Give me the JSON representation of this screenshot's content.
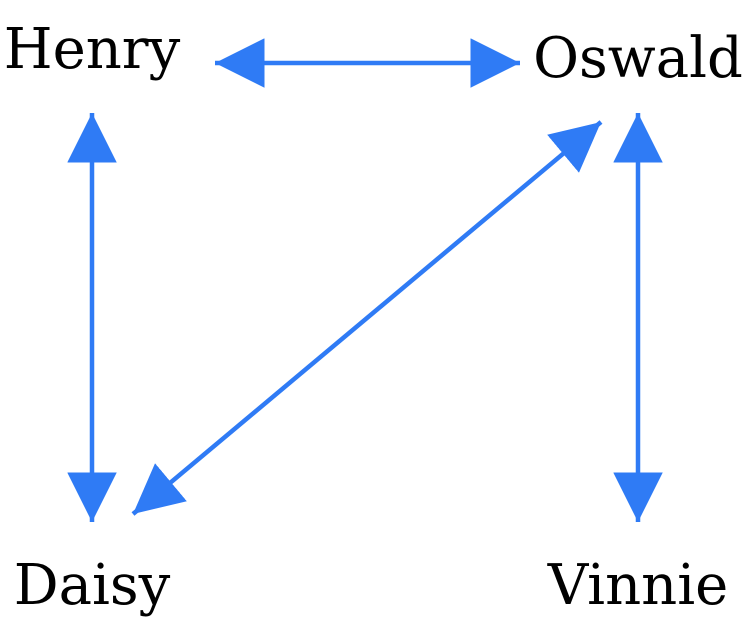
{
  "nodes": [
    {
      "id": "henry",
      "label": "Henry"
    },
    {
      "id": "oswald",
      "label": "Oswald"
    },
    {
      "id": "daisy",
      "label": "Daisy"
    },
    {
      "id": "vinnie",
      "label": "Vinnie"
    }
  ],
  "edges": [
    {
      "from": "henry",
      "to": "oswald",
      "direction": "both"
    },
    {
      "from": "henry",
      "to": "daisy",
      "direction": "both"
    },
    {
      "from": "daisy",
      "to": "oswald",
      "direction": "both"
    },
    {
      "from": "oswald",
      "to": "vinnie",
      "direction": "both"
    }
  ],
  "colors": {
    "edge": "#2f7bf5",
    "text": "#000000",
    "background": "#ffffff"
  }
}
